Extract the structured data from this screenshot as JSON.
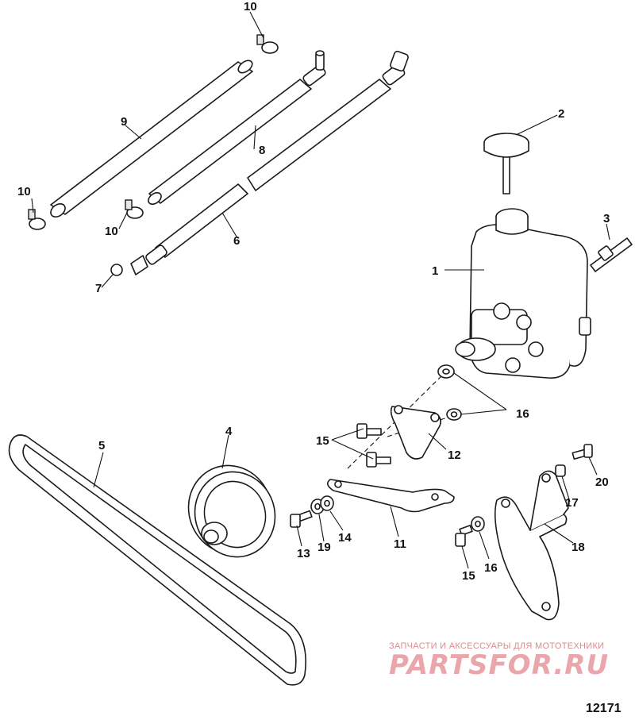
{
  "callouts": {
    "c1": "1",
    "c2": "2",
    "c3": "3",
    "c4": "4",
    "c5": "5",
    "c6": "6",
    "c7": "7",
    "c8": "8",
    "c9": "9",
    "c10a": "10",
    "c10b": "10",
    "c10c": "10",
    "c11": "11",
    "c12": "12",
    "c13": "13",
    "c14": "14",
    "c15a": "15",
    "c15b": "15",
    "c16a": "16",
    "c16b": "16",
    "c17": "17",
    "c18": "18",
    "c19": "19",
    "c20": "20"
  },
  "watermark": {
    "tagline": "ЗАПЧАСТИ И АКСЕССУАРЫ ДЛЯ МОТОТЕХНИКИ",
    "logo": "PARTSFOR.RU"
  },
  "figure_number": "12171"
}
